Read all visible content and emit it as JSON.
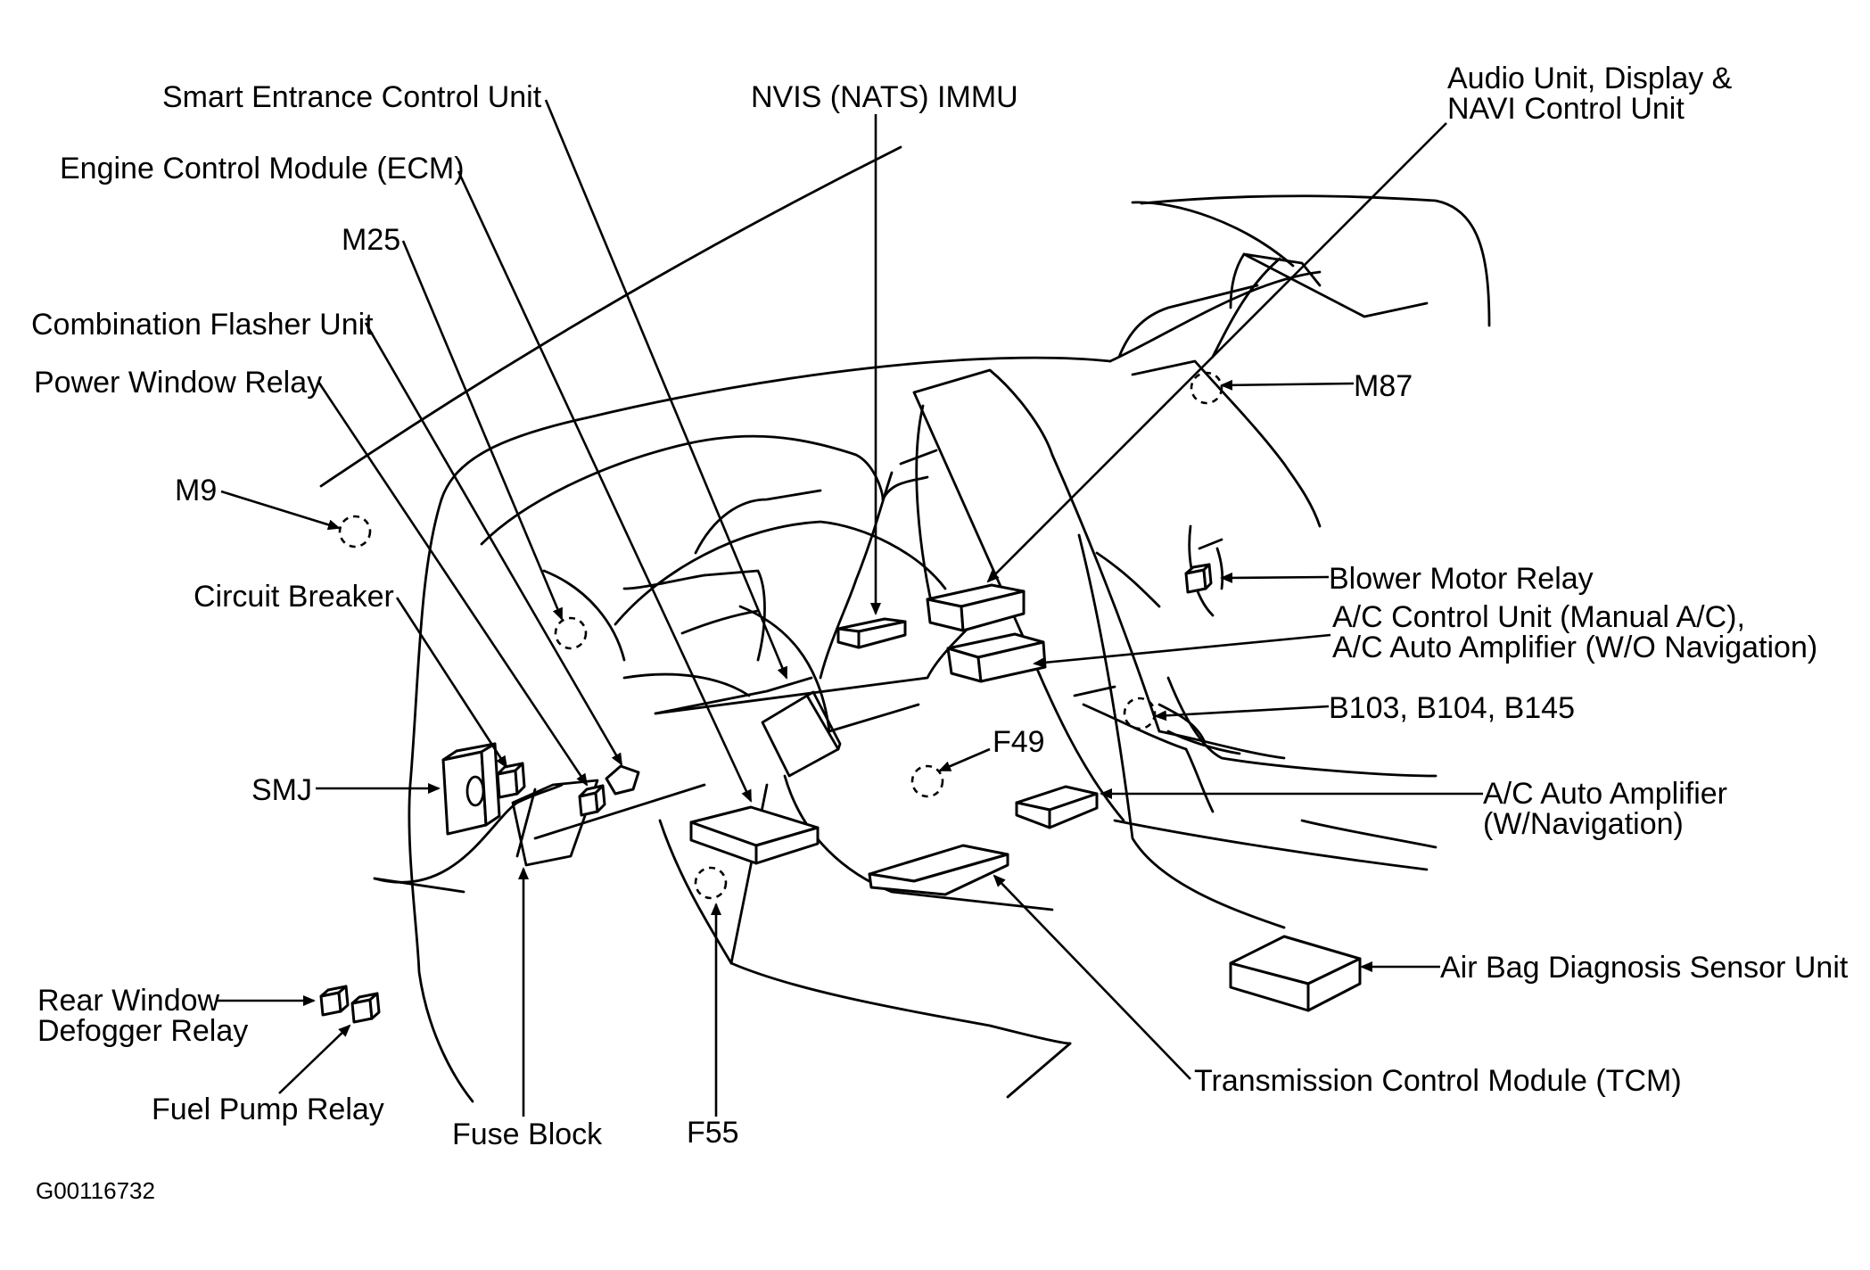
{
  "labels": {
    "smart_entrance": "Smart Entrance Control Unit",
    "nvis": "NVIS (NATS) IMMU",
    "audio_line1": "Audio Unit, Display &",
    "audio_line2": "NAVI Control Unit",
    "ecm": "Engine Control Module (ECM)",
    "m25": "M25",
    "flasher": "Combination Flasher Unit",
    "power_window": "Power Window Relay",
    "m87": "M87",
    "m9": "M9",
    "circuit_breaker": "Circuit Breaker",
    "blower": "Blower Motor Relay",
    "ac_ctrl_line1": "A/C Control Unit (Manual A/C),",
    "ac_ctrl_line2": "A/C Auto Amplifier (W/O Navigation)",
    "b103": "B103, B104, B145",
    "f49": "F49",
    "smj": "SMJ",
    "ac_amp_line1": "A/C Auto Amplifier",
    "ac_amp_line2": "(W/Navigation)",
    "airbag": "Air Bag Diagnosis Sensor Unit",
    "rear_line1": "Rear Window",
    "rear_line2": "Defogger Relay",
    "tcm": "Transmission Control Module (TCM)",
    "fuel_pump": "Fuel Pump Relay",
    "fuse_block": "Fuse Block",
    "f55": "F55",
    "figure_code": "G00116732"
  }
}
